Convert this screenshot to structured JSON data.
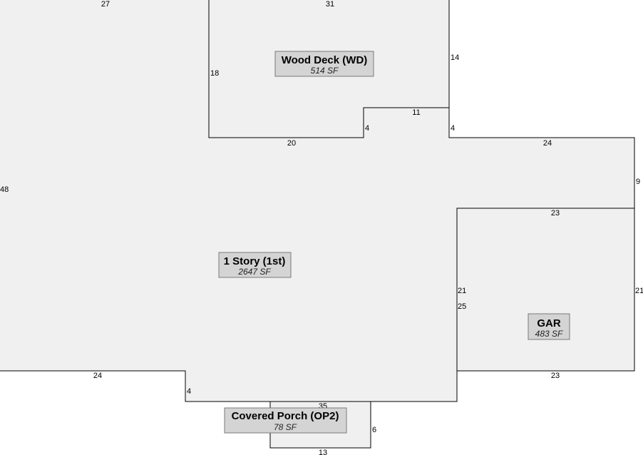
{
  "areas": {
    "wood_deck": {
      "name": "Wood Deck (WD)",
      "area": "514 SF"
    },
    "first_story": {
      "name": "1 Story (1st)",
      "area": "2647 SF"
    },
    "garage": {
      "name": "GAR",
      "area": "483 SF"
    },
    "covered_porch": {
      "name": "Covered Porch (OP2)",
      "area": "78 SF"
    }
  },
  "dimensions": {
    "main_top": "27",
    "main_left": "48",
    "main_bottom_left": "24",
    "main_step_left": "4",
    "main_bottom_right": "35",
    "main_right": "25",
    "deck_top": "31",
    "deck_left": "18",
    "deck_right": "14",
    "deck_notch_top": "11",
    "deck_notch_left": "4",
    "deck_notch_right": "4",
    "deck_bottom": "20",
    "wing_top": "24",
    "wing_right": "9",
    "garage_top": "23",
    "garage_left": "21",
    "garage_right": "21",
    "garage_bottom": "23",
    "porch_right": "6",
    "porch_bottom": "13"
  }
}
